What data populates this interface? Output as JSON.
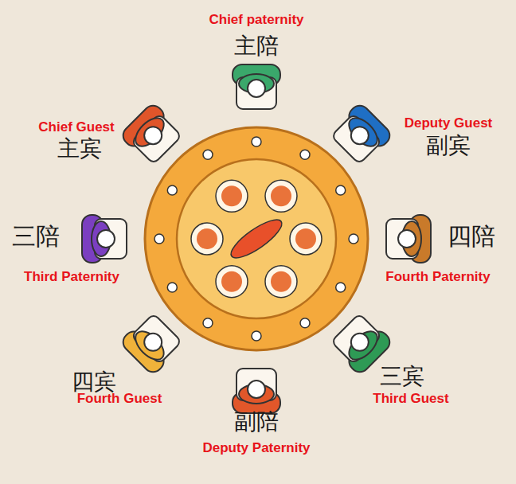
{
  "diagram": {
    "labels": [
      "Chief paternity",
      "主陪",
      "Chief Guest",
      "Deputy Guest",
      "主宾",
      "副宾",
      "三陪",
      "四陪",
      "Third Paternity",
      "Fourth Paternity",
      "三宾",
      "四宾",
      "Fourth Guest",
      "Third Guest",
      "副陪",
      "Deputy Paternity"
    ]
  }
}
